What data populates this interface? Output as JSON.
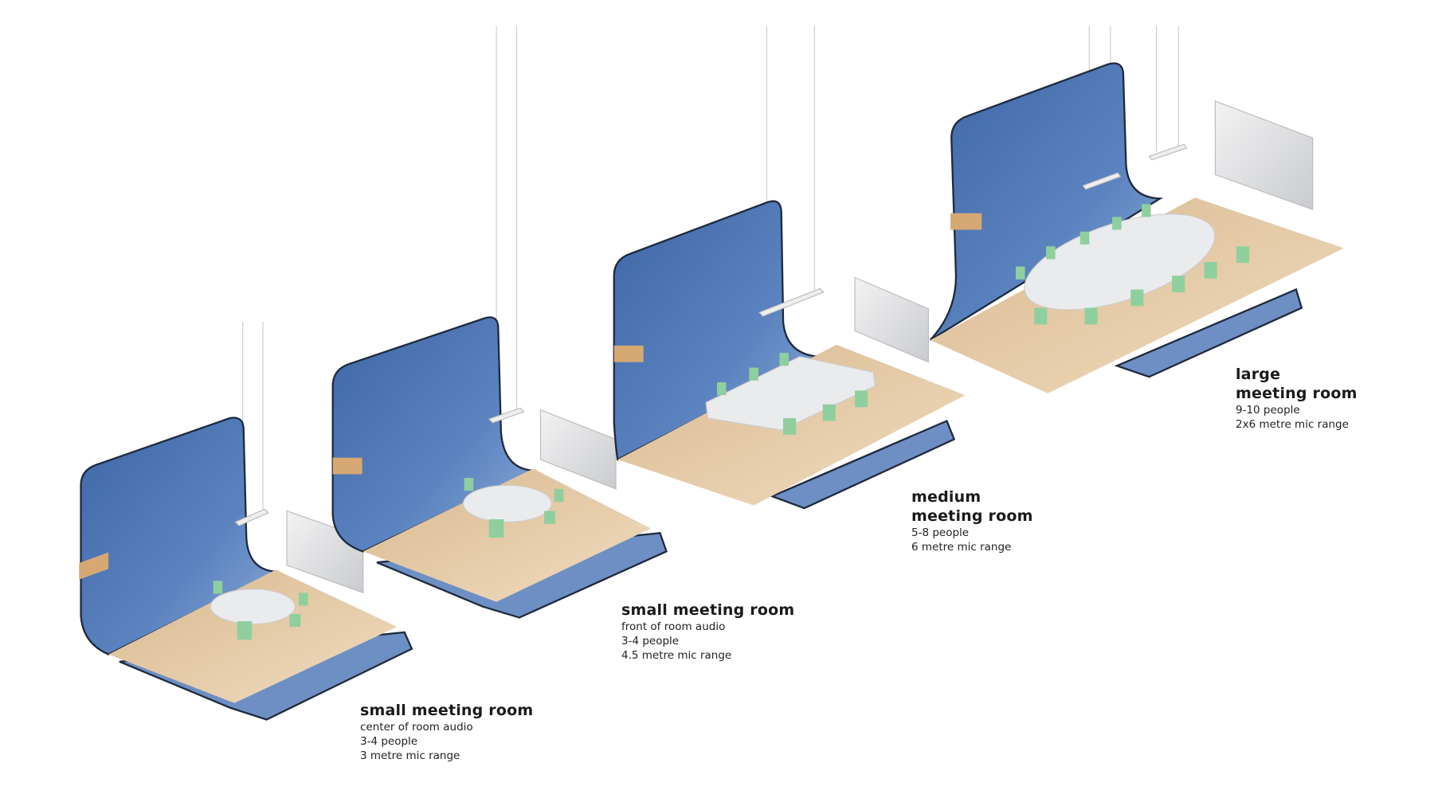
{
  "colors": {
    "wall": "#4f79b5",
    "wall_edge": "#1f2a3d",
    "floor": "#e6cba6",
    "base": "#6d8fc4",
    "table": "#e9ebed",
    "chair": "#8fcf9e"
  },
  "rooms": [
    {
      "title_lines": [
        "small meeting room"
      ],
      "details": [
        "center of room audio",
        "3-4 people",
        "3 metre mic range"
      ]
    },
    {
      "title_lines": [
        "small meeting room"
      ],
      "details": [
        "front of room audio",
        "3-4 people",
        "4.5 metre mic range"
      ]
    },
    {
      "title_lines": [
        "medium",
        "meeting room"
      ],
      "details": [
        "5-8 people",
        "6 metre mic range"
      ]
    },
    {
      "title_lines": [
        "large",
        "meeting room"
      ],
      "details": [
        "9-10 people",
        "2x6 metre mic range"
      ]
    }
  ]
}
